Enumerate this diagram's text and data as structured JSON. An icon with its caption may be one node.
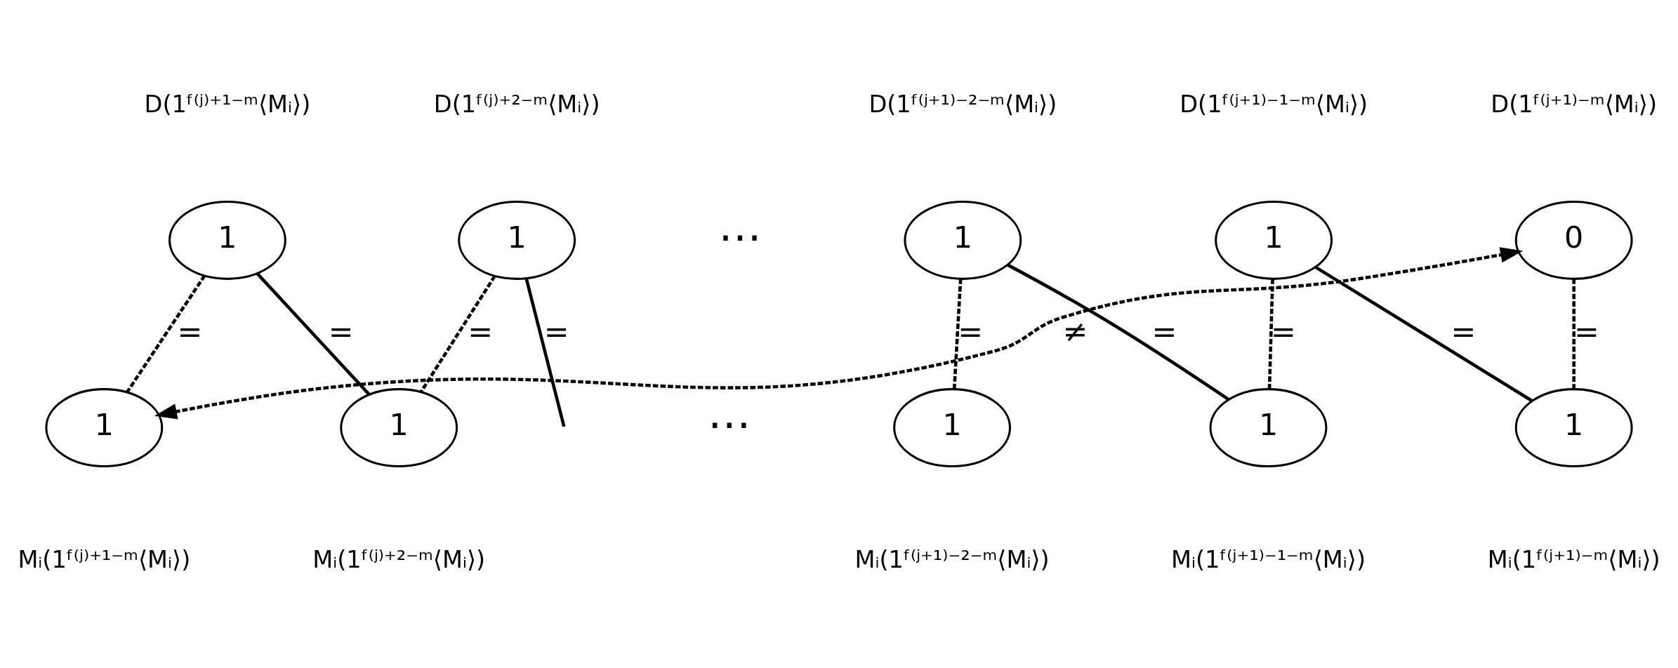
{
  "diagram": {
    "nodes": [
      {
        "text": [
          "1"
        ],
        "beside": [
          "D(1ᶠ⁽ʲ⁾⁺¹⁻ᵐ⟨Mᵢ⟩)"
        ]
      },
      {
        "text": [
          "1"
        ],
        "beside": [
          "D(1ᶠ⁽ʲ⁾⁺²⁻ᵐ⟨Mᵢ⟩)"
        ]
      },
      {
        "text": [
          "1"
        ],
        "beside": [
          "D(1ᶠ⁽ʲ⁺¹⁾⁻²⁻ᵐ⟨Mᵢ⟩)"
        ]
      },
      {
        "text": [
          "1"
        ],
        "beside": [
          "D(1ᶠ⁽ʲ⁺¹⁾⁻¹⁻ᵐ⟨Mᵢ⟩)"
        ]
      },
      {
        "text": [
          "0"
        ],
        "beside": [
          "D(1ᶠ⁽ʲ⁺¹⁾⁻ᵐ⟨Mᵢ⟩)"
        ]
      },
      {
        "text": [
          "1"
        ],
        "beside": [
          "Mᵢ(1ᶠ⁽ʲ⁾⁺¹⁻ᵐ⟨Mᵢ⟩)"
        ]
      },
      {
        "text": [
          "1"
        ],
        "beside": [
          "Mᵢ(1ᶠ⁽ʲ⁾⁺²⁻ᵐ⟨Mᵢ⟩)"
        ]
      },
      {
        "text": [
          "1"
        ],
        "beside": [
          "Mᵢ(1ᶠ⁽ʲ⁺¹⁾⁻²⁻ᵐ⟨Mᵢ⟩)"
        ]
      },
      {
        "text": [
          "1"
        ],
        "beside": [
          "Mᵢ(1ᶠ⁽ʲ⁺¹⁾⁻¹⁻ᵐ⟨Mᵢ⟩)"
        ]
      },
      {
        "text": [
          "1"
        ],
        "beside": [
          "Mᵢ(1ᶠ⁽ʲ⁺¹⁾⁻ᵐ⟨Mᵢ⟩)"
        ]
      }
    ],
    "edges": [
      {
        "from": 0,
        "to": 5,
        "arrow": "none",
        "label": "=",
        "style": "dashed"
      },
      {
        "from": 0,
        "to": 6,
        "arrow": "none",
        "label": "="
      },
      {
        "from": 1,
        "to": 6,
        "arrow": "none",
        "label": "=",
        "style": "dashed"
      },
      {
        "from": 1,
        "to": null,
        "arrow": "none",
        "label": "="
      },
      {
        "from": 2,
        "to": 7,
        "arrow": "none",
        "label": "=",
        "style": "dashed"
      },
      {
        "from": 2,
        "to": 8,
        "arrow": "none",
        "label": "="
      },
      {
        "from": 3,
        "to": 8,
        "arrow": "none",
        "label": "=",
        "style": "dashed"
      },
      {
        "from": 3,
        "to": 9,
        "arrow": "none",
        "label": "="
      },
      {
        "from": 4,
        "to": 9,
        "arrow": "none",
        "label": "=",
        "style": "dashed"
      },
      {
        "from": 5,
        "to": 4,
        "arrow": "both",
        "label": "≠",
        "style": "dashed"
      }
    ],
    "labels": [
      "⋯",
      "⋯"
    ]
  }
}
